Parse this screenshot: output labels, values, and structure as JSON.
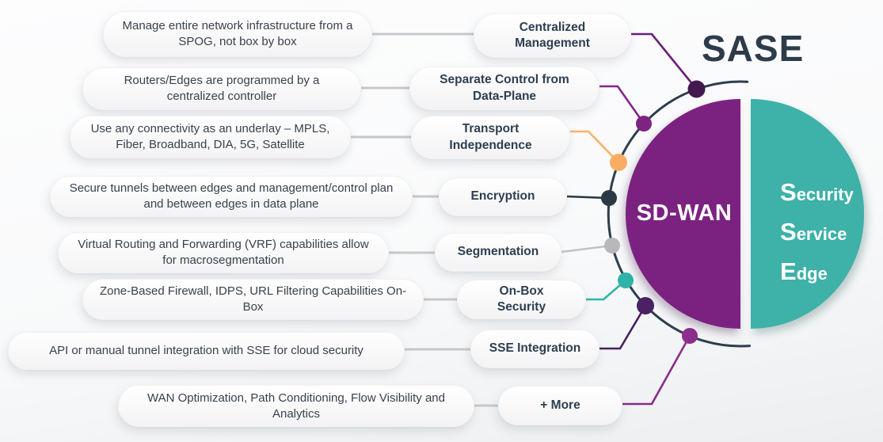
{
  "title": "SASE",
  "circle": {
    "sdwan_label": "SD-WAN",
    "sse_lines": [
      {
        "initial": "S",
        "rest": "ecurity"
      },
      {
        "initial": "S",
        "rest": "ervice"
      },
      {
        "initial": "E",
        "rest": "dge"
      }
    ],
    "sdwan_color": "#7B2281",
    "sse_color": "#3EB1A8",
    "arc_color": "#2E3D4F"
  },
  "connector_gray": "#C6C8CB",
  "rows": [
    {
      "description": "Manage entire network infrastructure from a SPOG, not box by box",
      "label": "Centralized Management",
      "line_color": "#6B1E78",
      "dot_color": "#41194F"
    },
    {
      "description": "Routers/Edges are programmed by a centralized controller",
      "label": "Separate Control from Data-Plane",
      "line_color": "#86248C",
      "dot_color": "#7D2483"
    },
    {
      "description": "Use any connectivity as an underlay – MPLS, Fiber, Broadband, DIA, 5G, Satellite",
      "label": "Transport Independence",
      "line_color": "#F9B269",
      "dot_color": "#F9AD63"
    },
    {
      "description": "Secure tunnels between edges and management/control plan and between edges in data plane",
      "label": "Encryption",
      "line_color": "#2C3845",
      "dot_color": "#2C3845"
    },
    {
      "description": "Virtual Routing and Forwarding (VRF) capabilities allow for macrosegmentation",
      "label": "Segmentation",
      "line_color": "#C2C2C2",
      "dot_color": "#B8B8B8"
    },
    {
      "description": "Zone-Based Firewall, IDPS, URL Filtering Capabilities On-Box",
      "label": "On-Box Security",
      "line_color": "#2FB3A9",
      "dot_color": "#2FB3A9"
    },
    {
      "description": "API or manual tunnel integration with SSE for cloud security",
      "label": "SSE Integration",
      "line_color": "#48205E",
      "dot_color": "#4A2263"
    },
    {
      "description": "WAN Optimization, Path Conditioning, Flow Visibility and Analytics",
      "label": "+ More",
      "line_color": "#8A2B8A",
      "dot_color": "#8C2E8C"
    }
  ]
}
